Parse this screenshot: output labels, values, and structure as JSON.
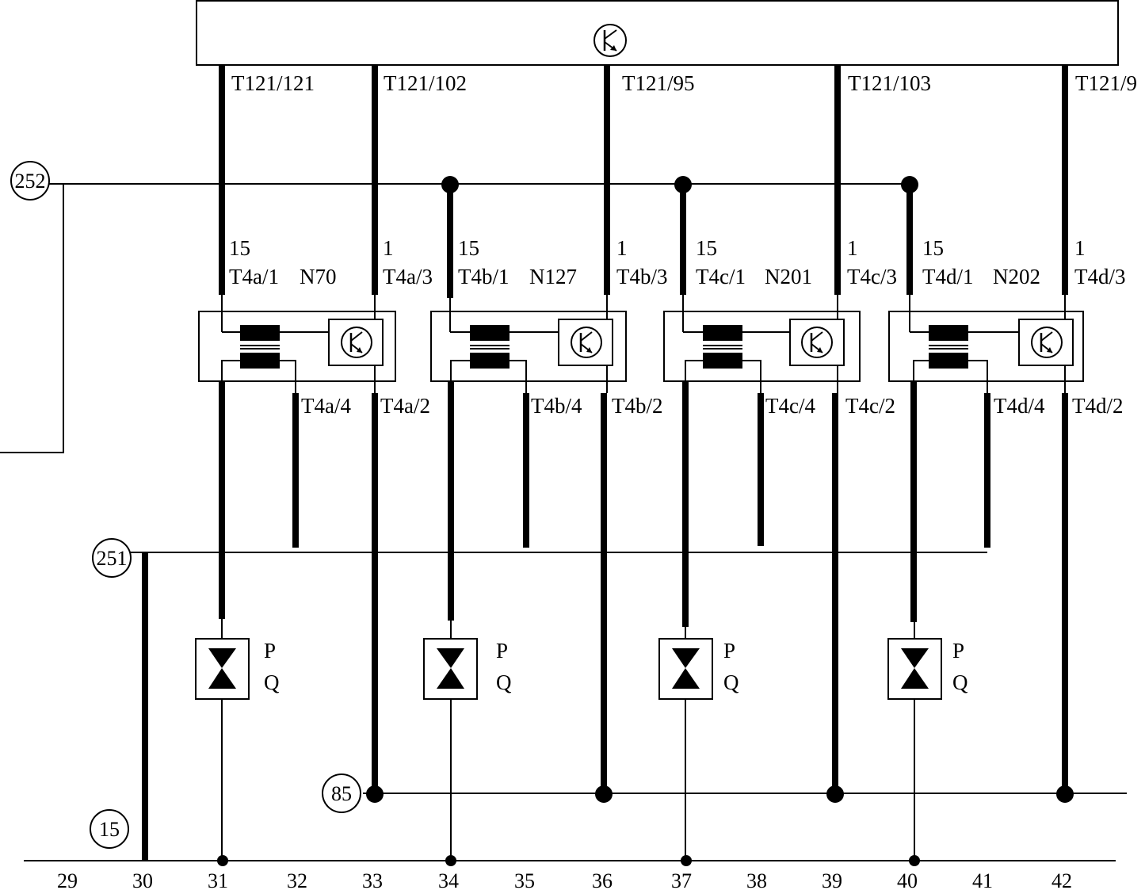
{
  "ecu": {
    "pins": [
      "T121/121",
      "T121/102",
      "T121/95",
      "T121/103",
      "T121/9"
    ]
  },
  "injectors": [
    {
      "name": "N70",
      "pin_15": "15",
      "pin_1": "1",
      "pin_a": "T4a/1",
      "pin_b": "T4a/3",
      "pin_c": "T4a/4",
      "pin_d": "T4a/2"
    },
    {
      "name": "N127",
      "pin_15": "15",
      "pin_1": "1",
      "pin_a": "T4b/1",
      "pin_b": "T4b/3",
      "pin_c": "T4b/4",
      "pin_d": "T4b/2"
    },
    {
      "name": "N201",
      "pin_15": "15",
      "pin_1": "1",
      "pin_a": "T4c/1",
      "pin_b": "T4c/3",
      "pin_c": "T4c/4",
      "pin_d": "T4c/2"
    },
    {
      "name": "N202",
      "pin_15": "15",
      "pin_1": "1",
      "pin_a": "T4d/1",
      "pin_b": "T4d/3",
      "pin_c": "T4d/4",
      "pin_d": "T4d/2"
    }
  ],
  "spark_plugs": [
    {
      "p": "P",
      "q": "Q"
    },
    {
      "p": "P",
      "q": "Q"
    },
    {
      "p": "P",
      "q": "Q"
    },
    {
      "p": "P",
      "q": "Q"
    }
  ],
  "nodes": {
    "n252": "252",
    "n251": "251",
    "n85": "85",
    "n15": "15"
  },
  "columns": [
    "29",
    "30",
    "31",
    "32",
    "33",
    "34",
    "35",
    "36",
    "37",
    "38",
    "39",
    "40",
    "41",
    "42"
  ]
}
